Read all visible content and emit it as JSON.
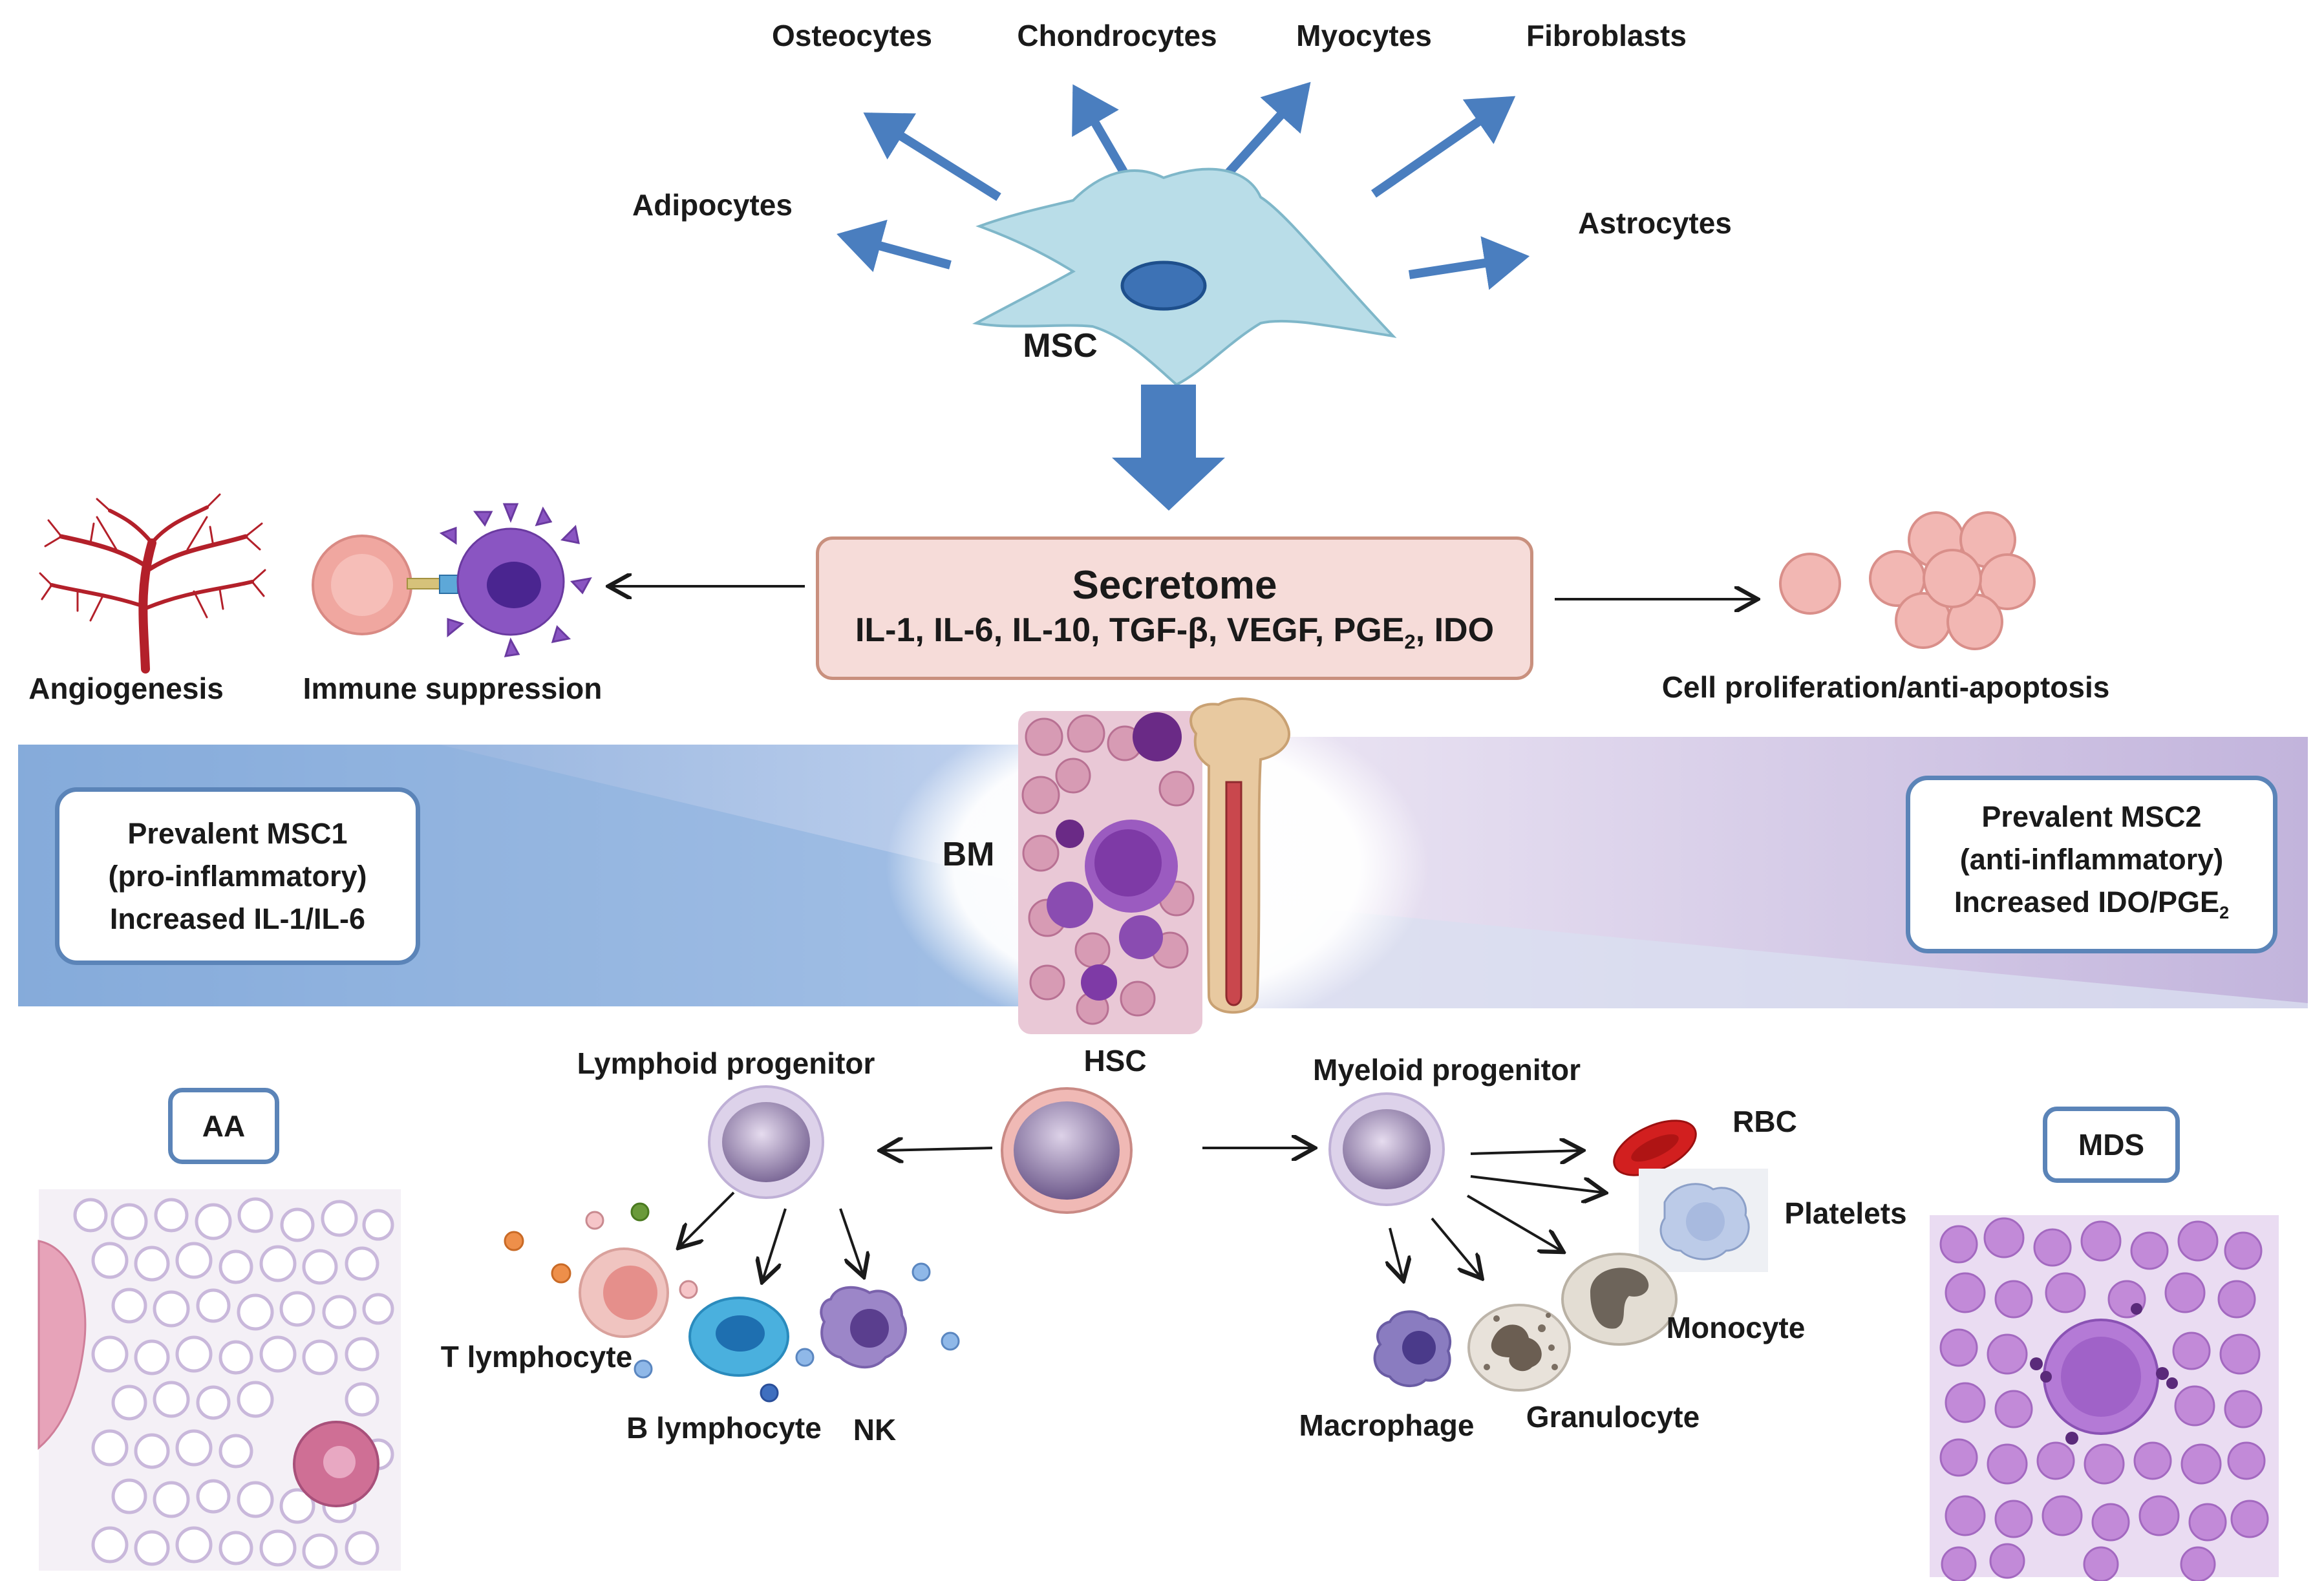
{
  "top": {
    "fates": [
      "Osteocytes",
      "Chondrocytes",
      "Myocytes",
      "Fibroblasts",
      "Adipocytes",
      "Astrocytes"
    ],
    "msc_label": "MSC"
  },
  "secretome": {
    "title": "Secretome",
    "factors_prefix": "IL-1, IL-6, IL-10, TGF-β, VEGF, PGE",
    "factors_sub": "2",
    "factors_suffix": ", IDO"
  },
  "effects": {
    "angiogenesis": "Angiogenesis",
    "immune": "Immune suppression",
    "proliferation": "Cell proliferation/anti-apoptosis"
  },
  "bm_label": "BM",
  "msc1": {
    "line1": "Prevalent MSC1",
    "line2": "(pro-inflammatory)",
    "line3": "Increased IL-1/IL-6"
  },
  "msc2": {
    "line1": "Prevalent MSC2",
    "line2": "(anti-inflammatory)",
    "line3_prefix": "Increased IDO/PGE",
    "line3_sub": "2"
  },
  "hematopoiesis": {
    "hsc": "HSC",
    "lymphoid": "Lymphoid progenitor",
    "myeloid": "Myeloid progenitor",
    "t_lymph": "T lymphocyte",
    "b_lymph": "B lymphocyte",
    "nk": "NK",
    "rbc": "RBC",
    "platelets": "Platelets",
    "monocyte": "Monocyte",
    "granulocyte": "Granulocyte",
    "macrophage": "Macrophage"
  },
  "diseases": {
    "aa": "AA",
    "mds": "MDS"
  },
  "colors": {
    "arrow_blue": "#4a7ebf",
    "msc_cell": "#b9dde8",
    "secretome_fill": "#f6dcd9",
    "box_border": "#5b84b8",
    "left_band": "#8fb0dc",
    "right_band": "#cbbfe0"
  }
}
